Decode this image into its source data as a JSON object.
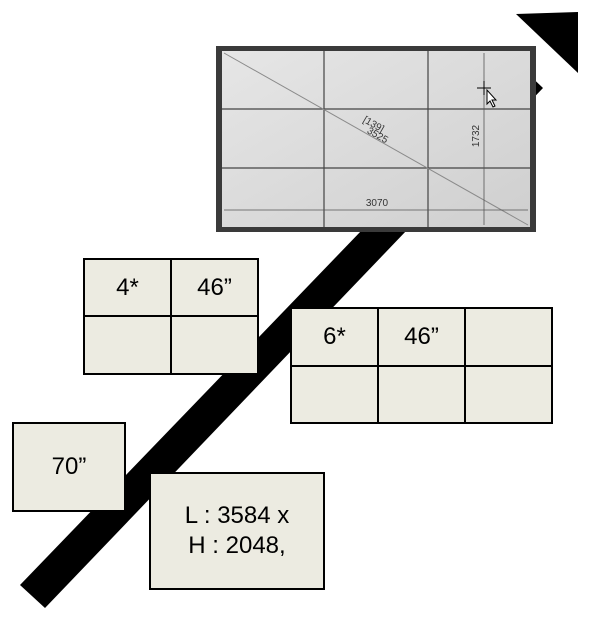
{
  "videowall_2x2": {
    "cells": [
      "4*",
      "46”",
      "",
      ""
    ]
  },
  "videowall_2x3": {
    "cells": [
      "6*",
      "46”",
      "",
      "",
      "",
      ""
    ]
  },
  "single_screen": {
    "label": "70”"
  },
  "resolution_box": {
    "line1": "L : 3584 x",
    "line2": "H : 2048,"
  },
  "screen_wall_drawing": {
    "diagonal_label_1": "[139]",
    "diagonal_label_2": "3525",
    "height_label": "1732",
    "width_label": "3070",
    "rows": 3,
    "cols": 3
  },
  "icons": {
    "arrow": "diagonal-up-right-arrow",
    "cursor": "move-cursor-icon"
  }
}
